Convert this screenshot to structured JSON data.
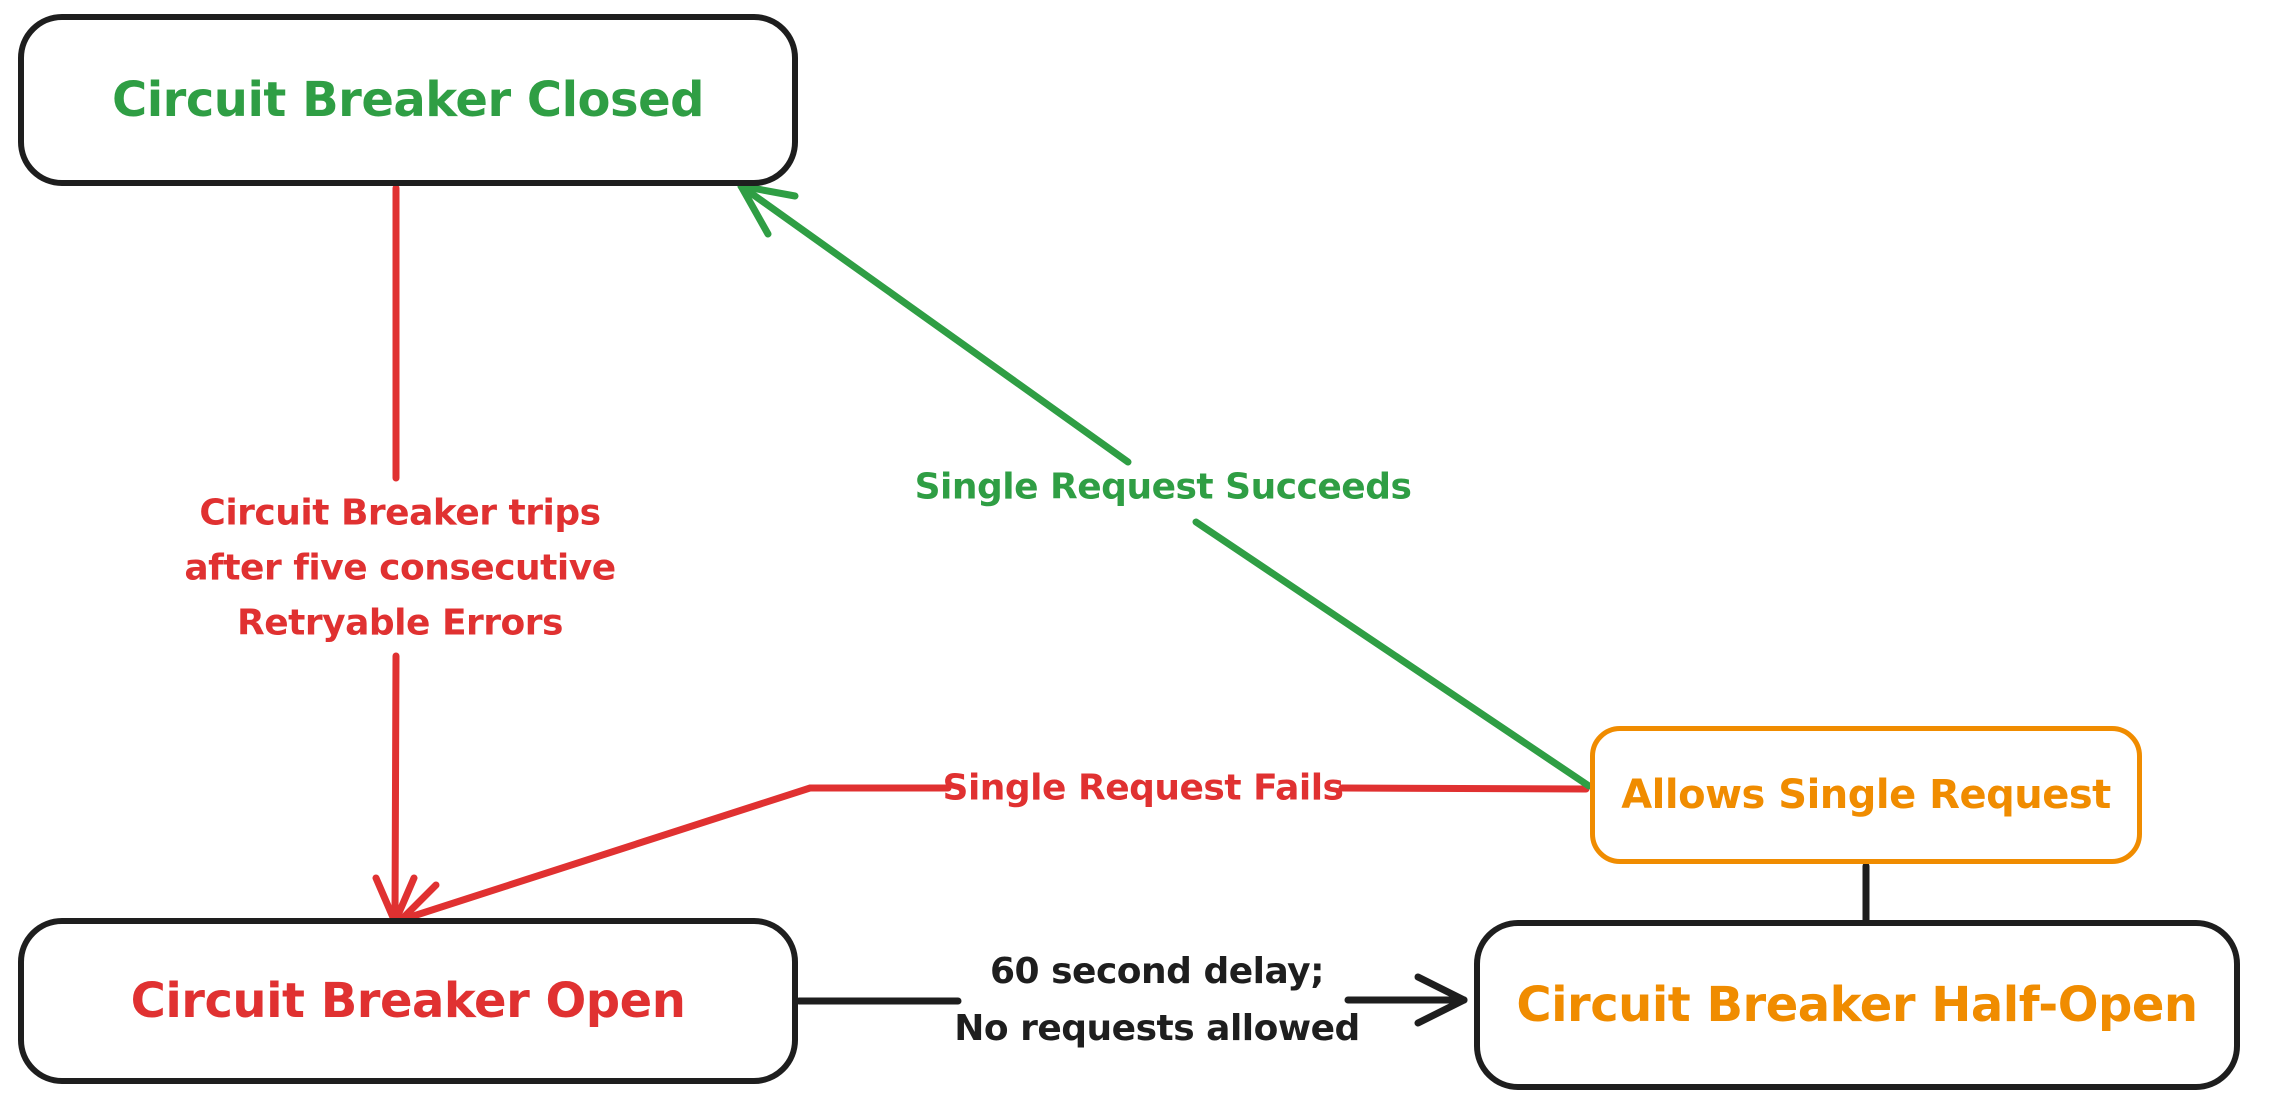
{
  "colors": {
    "background": "#ffffff",
    "ink": "#1e1e1e",
    "green": "#2f9e44",
    "red": "#e03131",
    "orange": "#f08c00"
  },
  "nodes": {
    "closed": {
      "label": "Circuit Breaker Closed"
    },
    "open": {
      "label": "Circuit Breaker Open"
    },
    "half_open": {
      "label": "Circuit Breaker Half-Open"
    },
    "allows_single_request": {
      "label": "Allows Single Request"
    }
  },
  "edges": {
    "trips": {
      "lines": [
        "Circuit Breaker trips",
        "after five consecutive",
        "Retryable Errors"
      ]
    },
    "single_request_succeeds": {
      "label": "Single Request Succeeds"
    },
    "single_request_fails": {
      "label": "Single Request Fails"
    },
    "delay": {
      "lines": [
        "60 second delay;",
        "No requests allowed"
      ]
    }
  }
}
